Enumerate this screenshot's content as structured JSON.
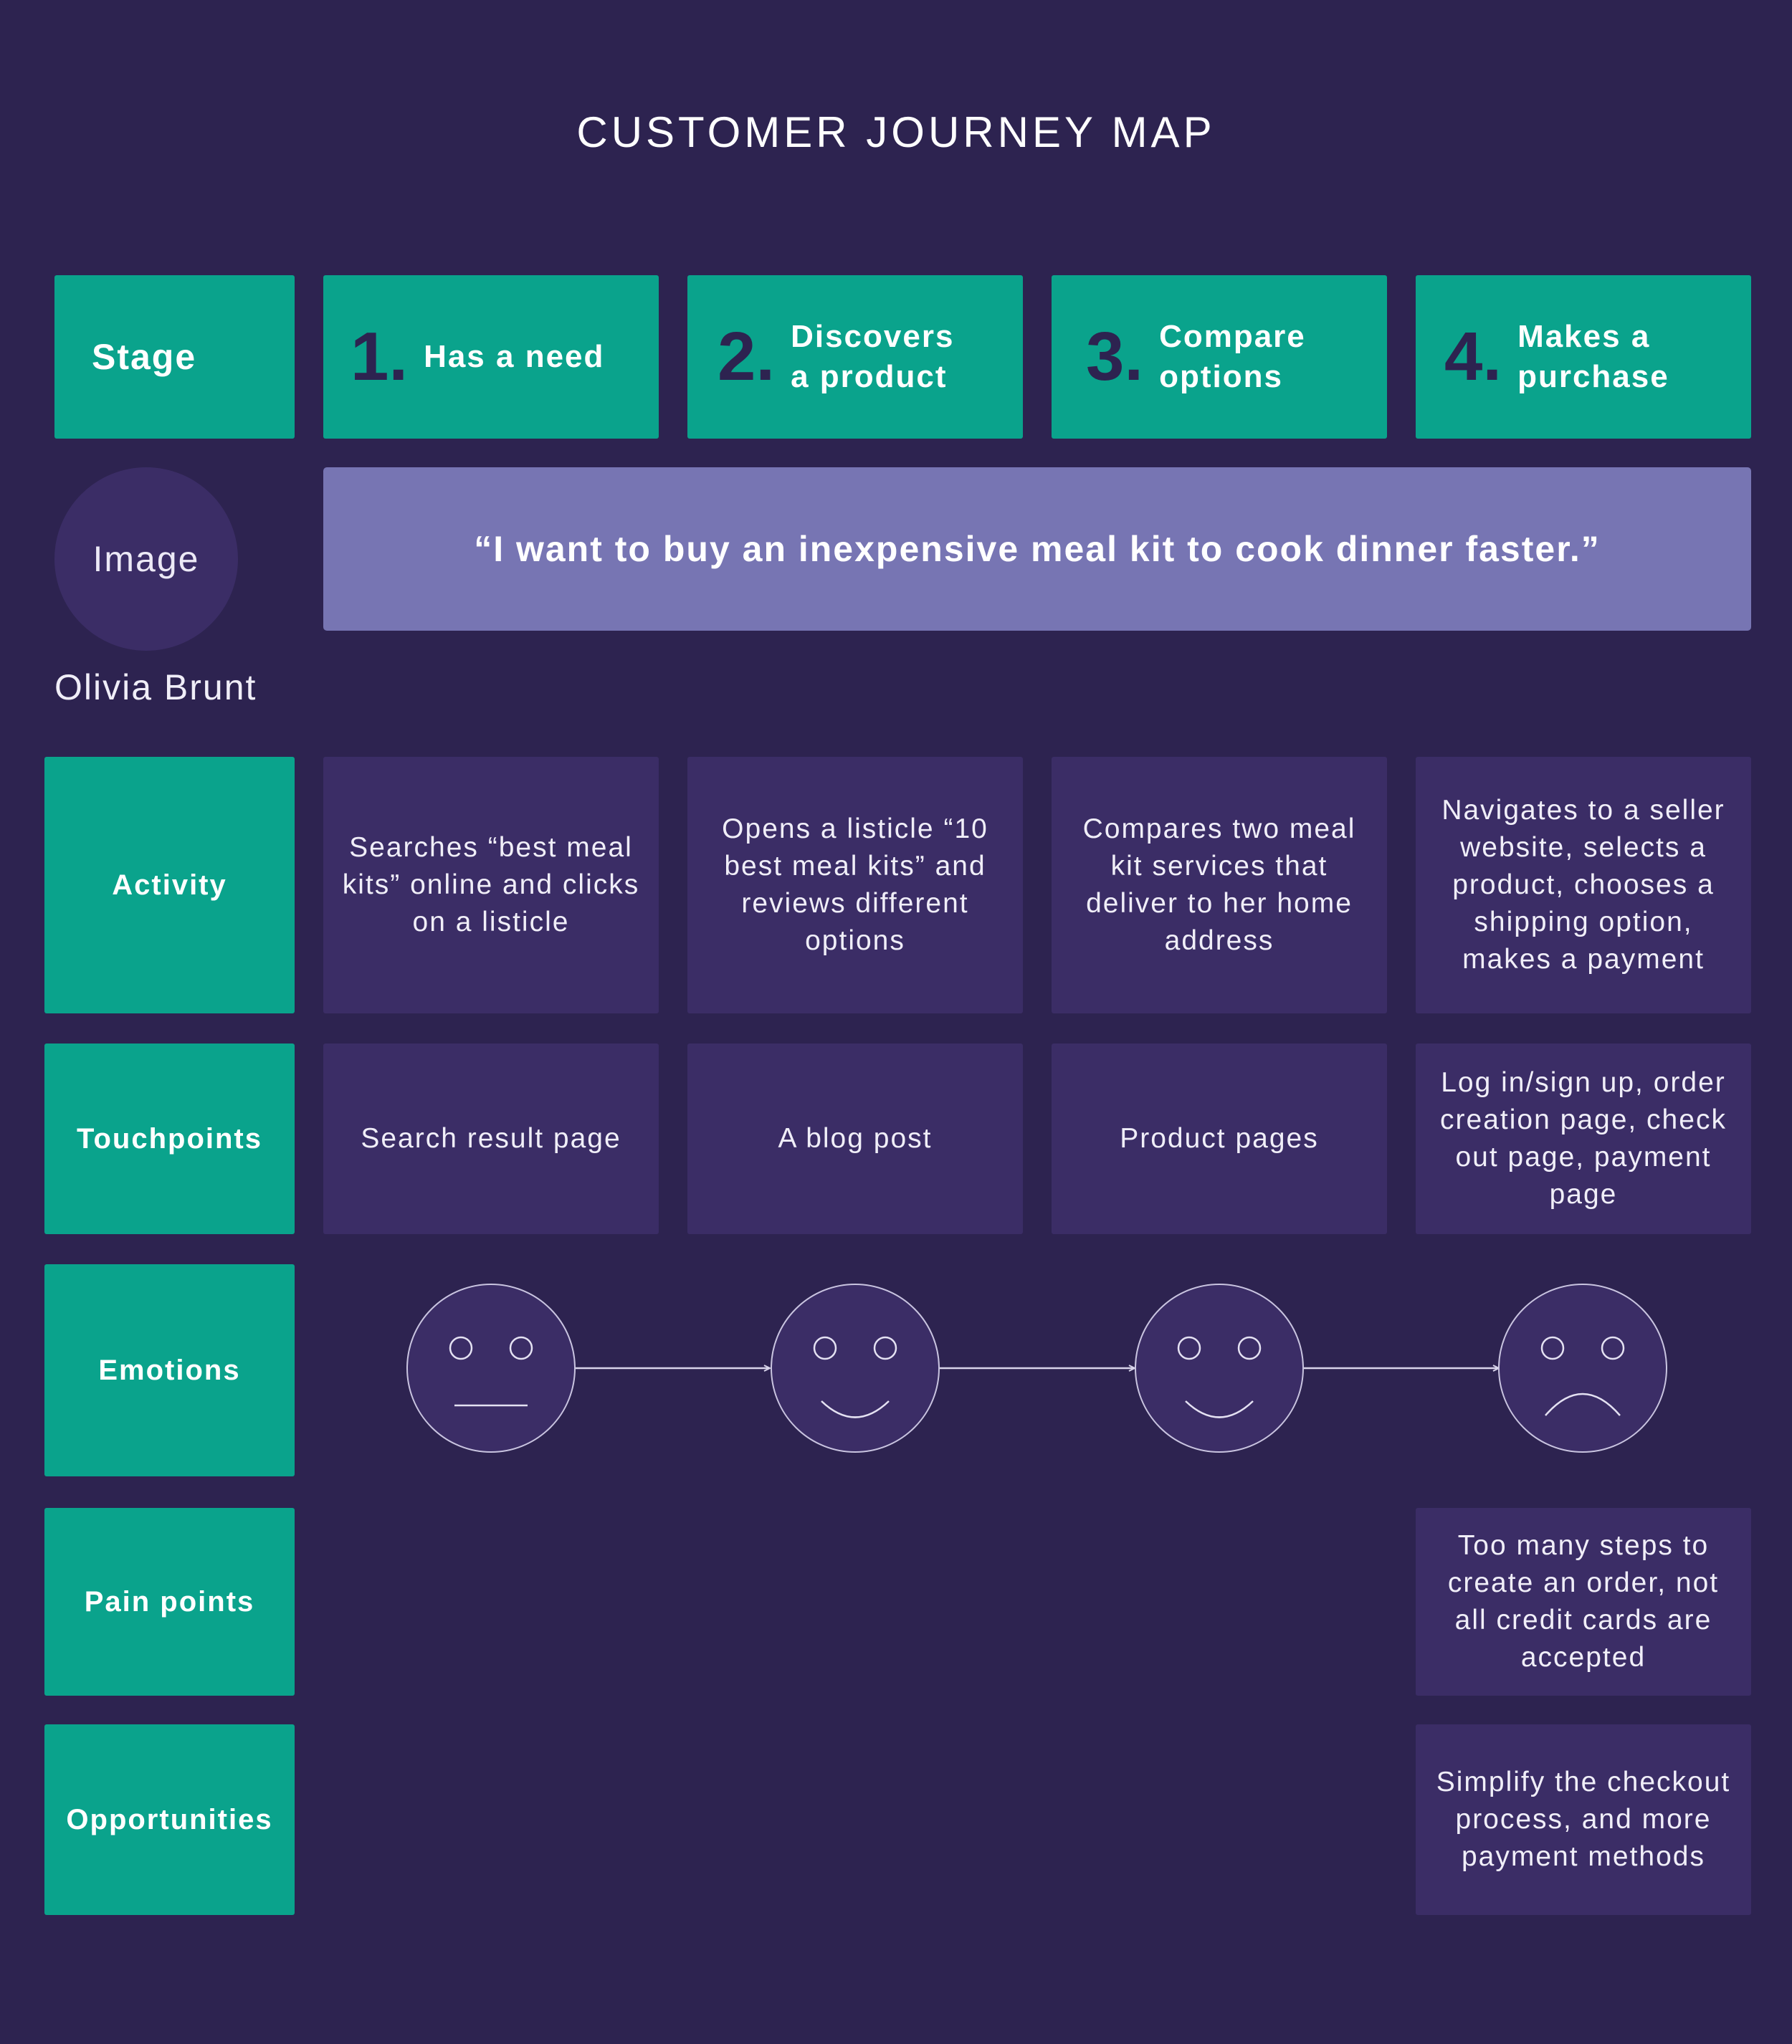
{
  "title": "CUSTOMER JOURNEY MAP",
  "stage_row": {
    "label": "Stage",
    "stages": [
      {
        "number": "1.",
        "name": "Has a need"
      },
      {
        "number": "2.",
        "name": "Discovers\na product"
      },
      {
        "number": "3.",
        "name": "Compare\noptions"
      },
      {
        "number": "4.",
        "name": "Makes a\npurchase"
      }
    ]
  },
  "persona": {
    "image_placeholder": "Image",
    "name": "Olivia Brunt",
    "quote": "“I want to buy an inexpensive meal kit to cook dinner faster.”"
  },
  "rows": {
    "activity": {
      "label": "Activity",
      "cells": [
        "Searches “best meal kits” online and clicks on a listicle",
        "Opens a listicle “10 best meal kits” and reviews different options",
        "Compares two meal kit services that deliver to her home address",
        "Navigates to a seller website, selects a product, chooses a shipping option, makes a payment"
      ]
    },
    "touchpoints": {
      "label": "Touchpoints",
      "cells": [
        "Search result page",
        "A blog post",
        "Product pages",
        "Log in/sign up, order creation page, check out page, payment page"
      ]
    },
    "emotions": {
      "label": "Emotions",
      "faces": [
        "neutral",
        "happy",
        "happy",
        "sad"
      ]
    },
    "pain_points": {
      "label": "Pain points",
      "cells": [
        "",
        "",
        "",
        "Too many steps to create an order, not all credit cards are accepted"
      ]
    },
    "opportunities": {
      "label": "Opportunities",
      "cells": [
        "",
        "",
        "",
        "Simplify the checkout process, and more payment methods"
      ]
    }
  },
  "colors": {
    "background": "#2d2350",
    "teal": "#0aa38c",
    "card_purple": "#3b2d66",
    "quote_lavender": "#7775b3",
    "number_dark": "#2d2350"
  }
}
